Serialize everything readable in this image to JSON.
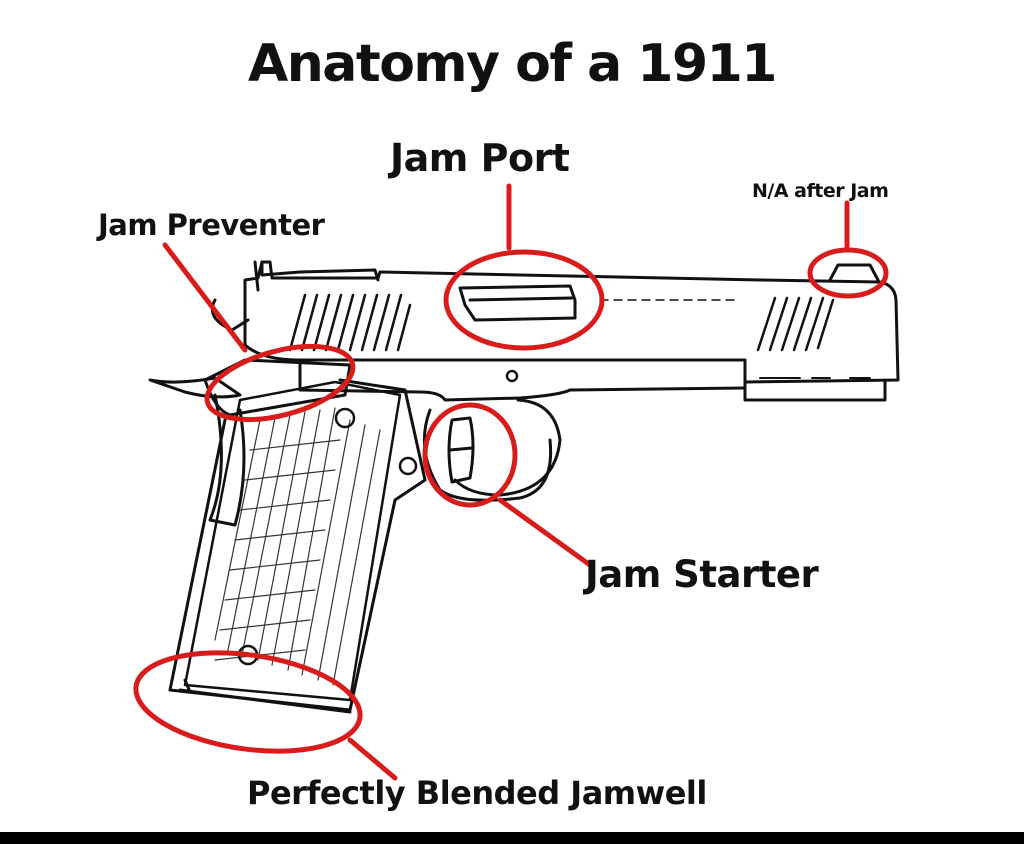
{
  "diagram": {
    "title": "Anatomy of a 1911",
    "subject": "1911 pistol line drawing",
    "callout_color": "#d81c1c",
    "callouts": [
      {
        "id": "jam-port",
        "label": "Jam Port"
      },
      {
        "id": "na-after-jam",
        "label": "N/A after Jam"
      },
      {
        "id": "jam-preventer",
        "label": "Jam Preventer"
      },
      {
        "id": "jam-starter",
        "label": "Jam Starter"
      },
      {
        "id": "jamwell",
        "label": "Perfectly Blended Jamwell"
      }
    ]
  }
}
